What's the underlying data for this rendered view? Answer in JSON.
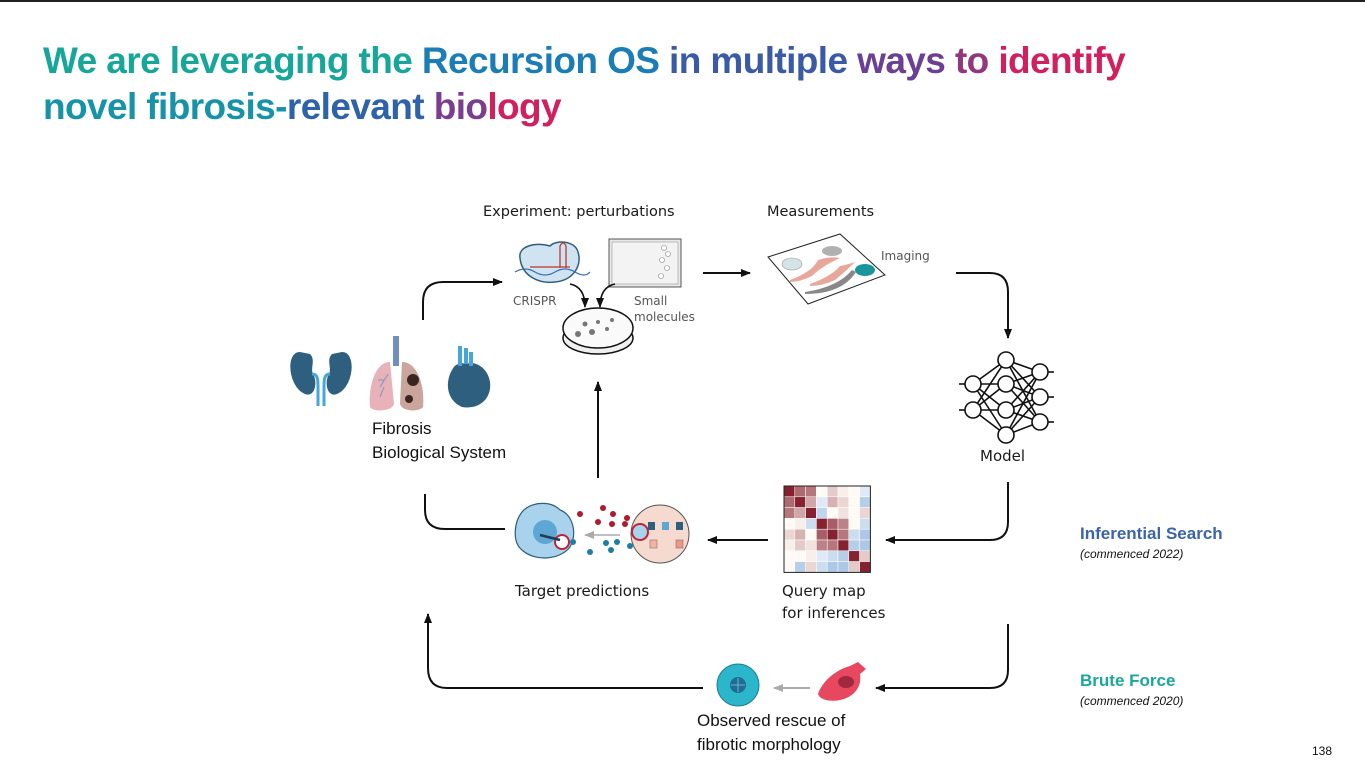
{
  "title": {
    "line1": [
      {
        "text": "We are leveraging the ",
        "color": "#16a79a"
      },
      {
        "text": "Recursion OS ",
        "color": "#1a7db5"
      },
      {
        "text": "in multiple ",
        "color": "#3a5aa8"
      },
      {
        "text": "ways ",
        "color": "#6b3f93"
      },
      {
        "text": "to ",
        "color": "#92367e"
      },
      {
        "text": "identify",
        "color": "#d21f5e"
      }
    ],
    "line2": [
      {
        "text": "novel fibrosis-",
        "color": "#1793a8"
      },
      {
        "text": "relevant ",
        "color": "#2e62aa"
      },
      {
        "text": "bio",
        "color": "#7a3d8f"
      },
      {
        "text": "logy",
        "color": "#d21f5e"
      }
    ]
  },
  "diagram": {
    "experiment_label": "Experiment: perturbations",
    "crispr_label": "CRISPR",
    "small_molecules_label_1": "Small",
    "small_molecules_label_2": "molecules",
    "measurements_label": "Measurements",
    "imaging_label": "Imaging",
    "model_label": "Model",
    "fibrosis_label_1": "Fibrosis",
    "fibrosis_label_2": "Biological System",
    "target_predictions_label": "Target predictions",
    "query_map_label_1": "Query map",
    "query_map_label_2": "for inferences",
    "rescue_label_1": "Observed rescue of",
    "rescue_label_2": "fibrotic morphology",
    "heatmap": [
      [
        0.9,
        0.6,
        0.55,
        0.0,
        0.2,
        0.05,
        0.0,
        -0.1
      ],
      [
        0.6,
        0.9,
        0.35,
        -0.1,
        0.3,
        0.15,
        0.0,
        -0.3
      ],
      [
        0.55,
        0.35,
        0.9,
        -0.25,
        0.0,
        0.1,
        0.0,
        0.15
      ],
      [
        0.0,
        0.05,
        -0.2,
        0.9,
        0.65,
        0.5,
        0.0,
        -0.2
      ],
      [
        0.15,
        0.3,
        0.0,
        0.65,
        0.9,
        0.55,
        -0.2,
        -0.35
      ],
      [
        0.05,
        0.2,
        0.1,
        0.5,
        0.55,
        0.9,
        -0.3,
        -0.35
      ],
      [
        0.0,
        0.0,
        0.05,
        -0.1,
        -0.2,
        -0.3,
        0.9,
        0.2
      ],
      [
        0.0,
        -0.3,
        0.15,
        -0.2,
        -0.35,
        -0.35,
        0.2,
        0.9
      ]
    ]
  },
  "side_notes": {
    "inferential": {
      "title": "Inferential Search",
      "subtitle": "(commenced 2022)",
      "color": "#3a64ac"
    },
    "brute": {
      "title": "Brute Force",
      "subtitle": "(commenced 2020)",
      "color": "#1aa89a"
    }
  },
  "page_number": "138"
}
